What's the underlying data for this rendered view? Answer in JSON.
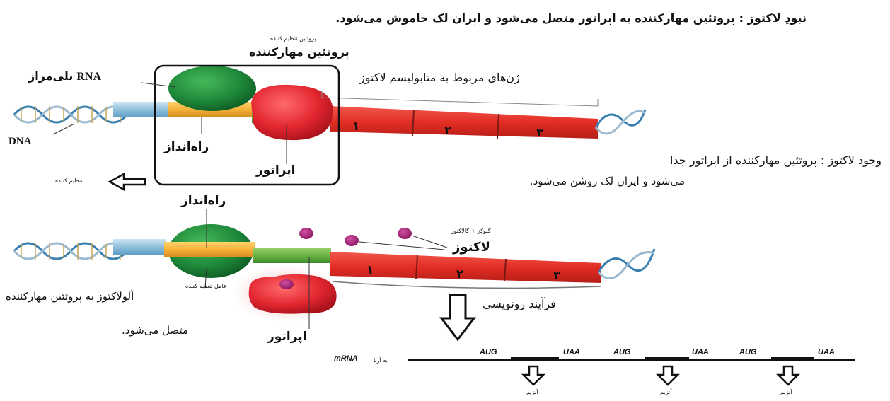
{
  "top_caption": "نبودِ لاکتوز : پروتئین مهارکننده به اپراتور متصل می‌شود و اپران لک خاموش می‌شود.",
  "repressor_small": "پروتئین تنظیم کننده",
  "repressor_title": "پروتئین مهارکننده",
  "rna_polymerase_latin": "RNA",
  "rna_polymerase_fa": "بلی‌مراز",
  "lactose_genes": "ژن‌های مربوط به متابولیسم لاکتوز",
  "dna_label": "DNA",
  "promoter_top": "راه‌انداز",
  "operator_top": "اپراتور",
  "regulator_small": "تنظیم کننده",
  "right_caption_line1": "وجود لاکتوز : پروتئین مهارکننده از اپراتور جدا",
  "right_caption_line2": "می‌شود و اپران لک روشن می‌شود.",
  "promoter_bottom": "راه‌انداز",
  "lactose_small": "گلوکز + گالاکتوز",
  "lactose_label": "لاکتوز",
  "regulator_bottom_small": "عامل تنظیم کننده",
  "allolactose_line1": "آلولاکتوز به پروتئین مهارکننده",
  "allolactose_line2": "متصل می‌شود.",
  "operator_bottom": "اپراتور",
  "transcription_label": "فرآیند رونویسی",
  "mrna_prefix": "به آرنا",
  "mrna_label": "mRNA",
  "codons": [
    "AUG",
    "UAA",
    "AUG",
    "UAA",
    "AUG",
    "UAA"
  ],
  "gene_numbers": [
    "۱",
    "۲",
    "۳"
  ],
  "gene_numbers_bottom": [
    "۱",
    "۲",
    "۳"
  ],
  "product_labels": [
    "آنزیم",
    "آنزیم",
    "آنزیم"
  ],
  "colors": {
    "gene_red": "#e8322a",
    "promoter_orange": "#f2b13a",
    "operator_green": "#6cb547",
    "dna_blue": "#9cc8e0",
    "polymerase_green": "#1f8a3a",
    "repressor_red": "#e32630",
    "lactose_purple": "#9a1a6b"
  }
}
